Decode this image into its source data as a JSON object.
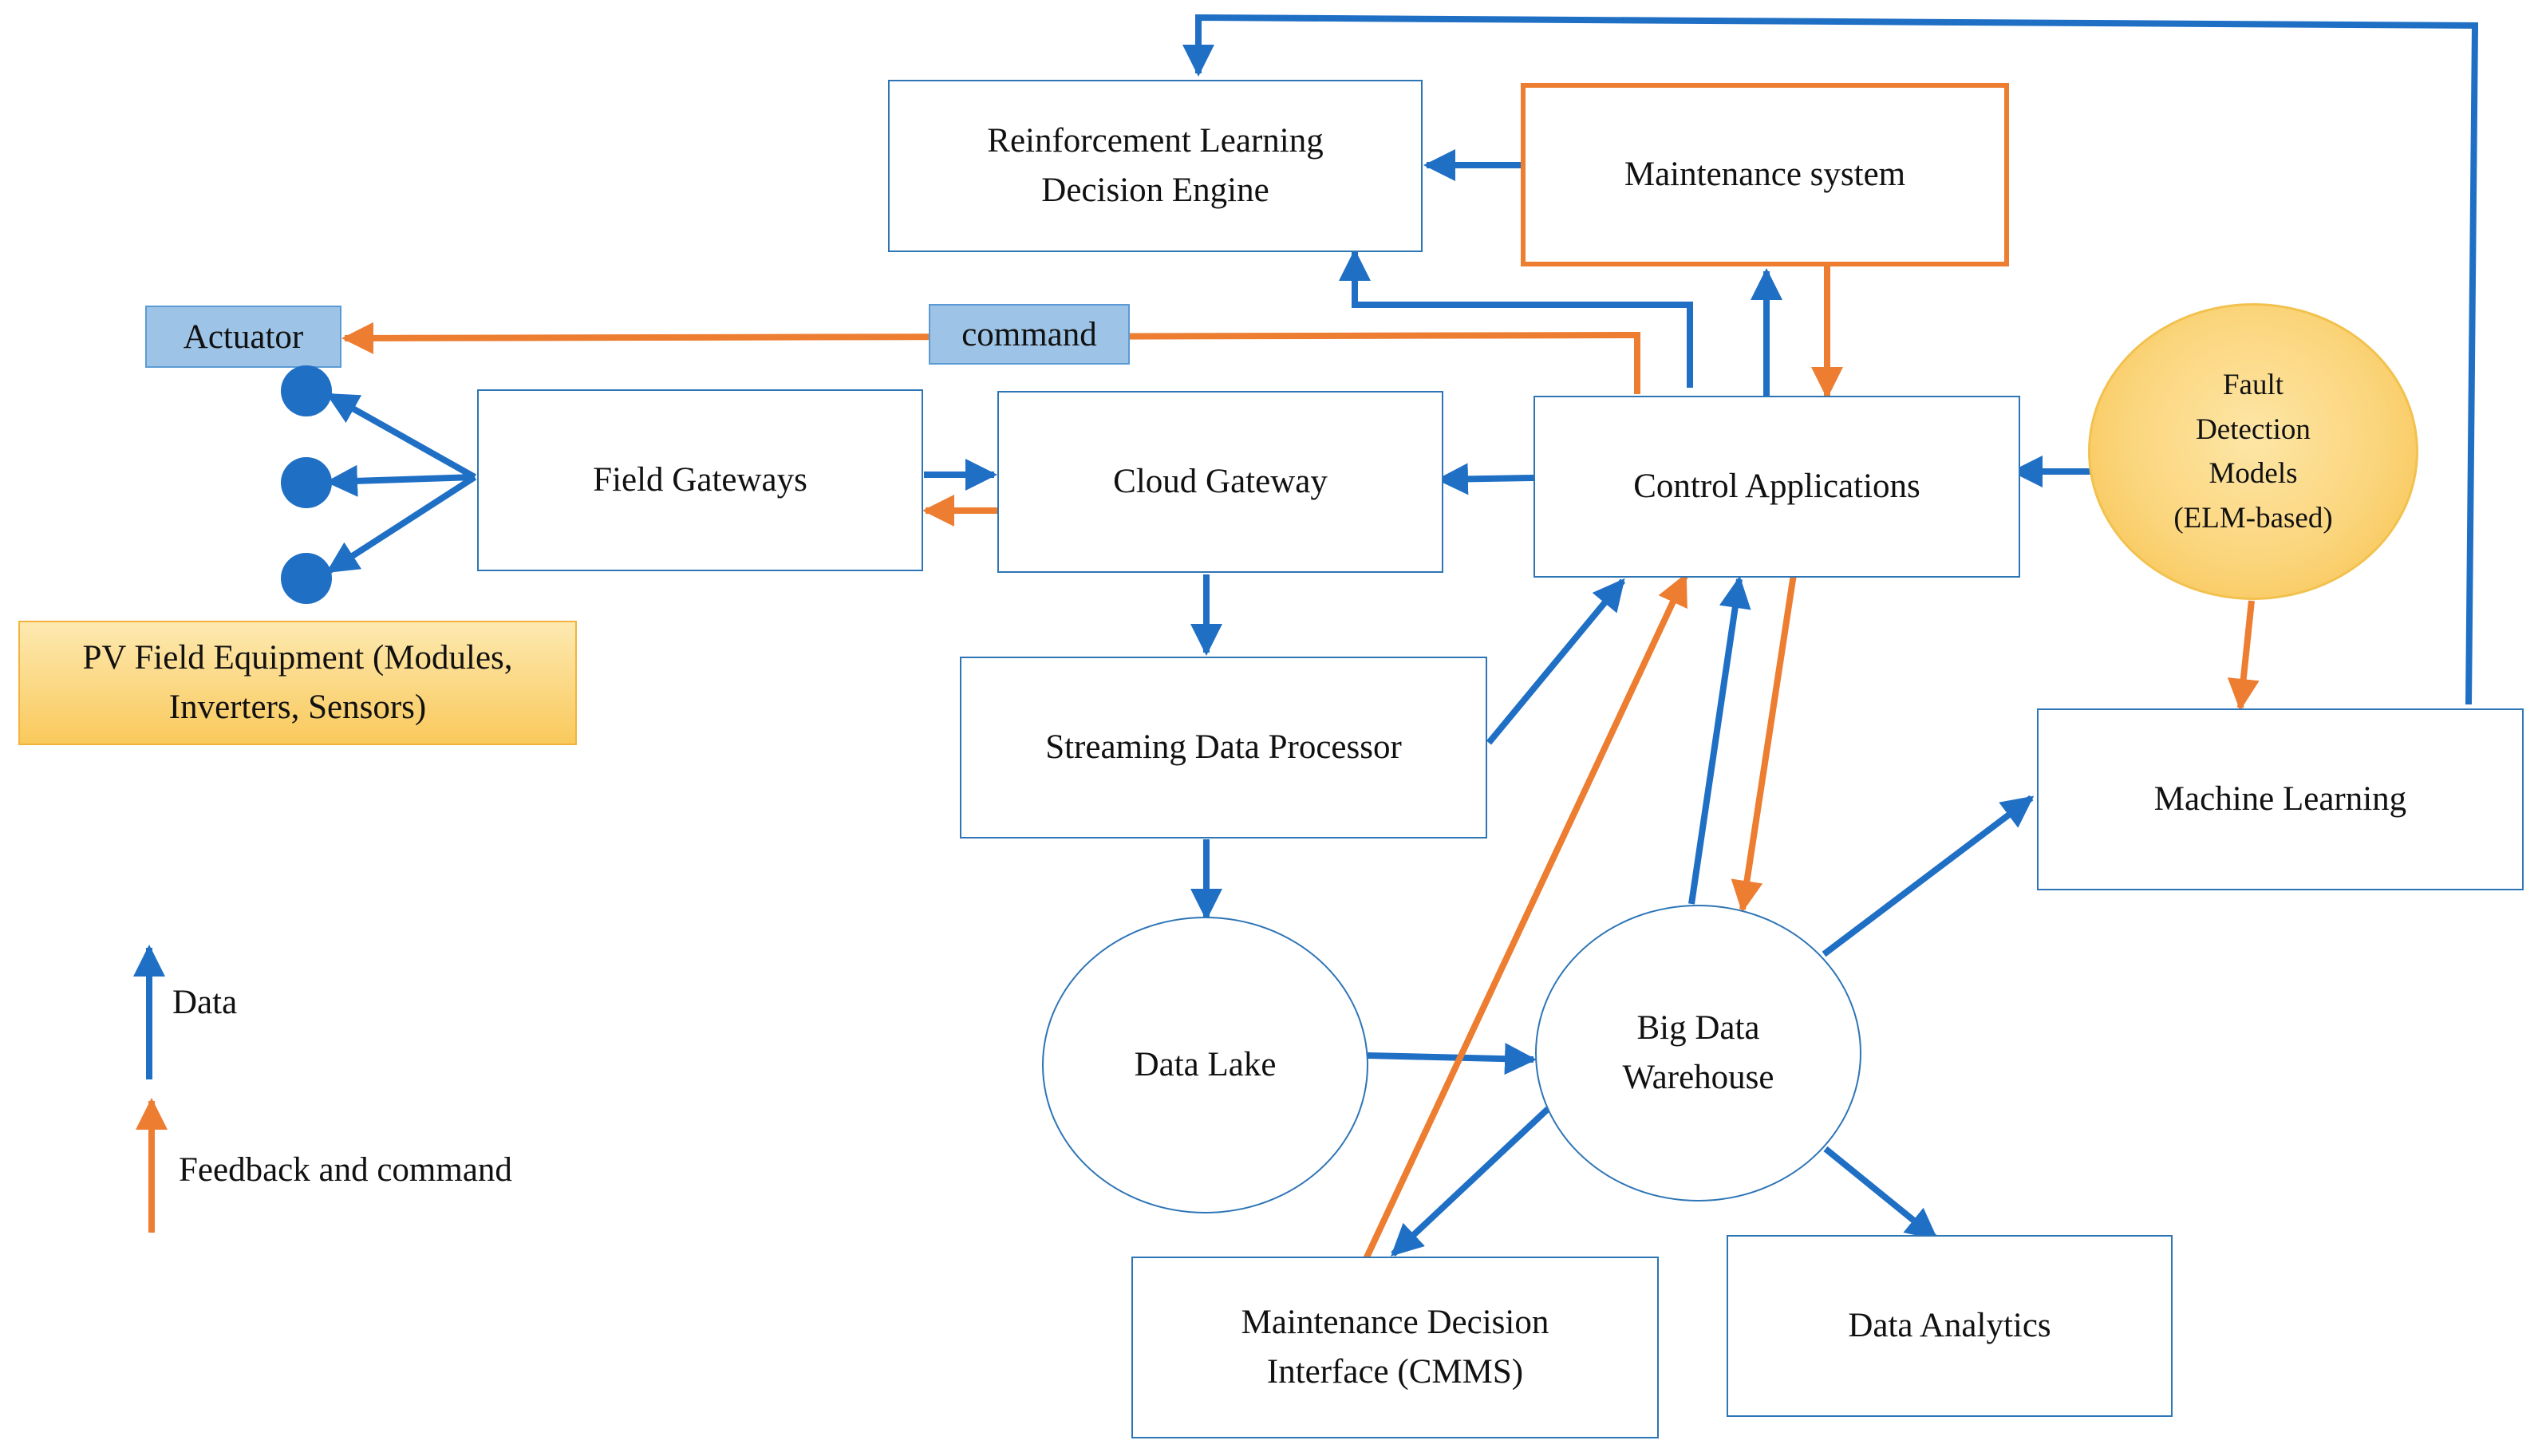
{
  "nodes": {
    "rl_engine": "Reinforcement Learning\nDecision Engine",
    "maintenance_system": "Maintenance system",
    "actuator": "Actuator",
    "command": "command",
    "field_gateways": "Field Gateways",
    "cloud_gateway": "Cloud Gateway",
    "control_applications": "Control Applications",
    "fault_detection": "Fault\nDetection\nModels\n(ELM-based)",
    "pv_field_equipment": "PV Field Equipment (Modules,\nInverters, Sensors)",
    "streaming_processor": "Streaming Data Processor",
    "machine_learning": "Machine Learning",
    "data_lake": "Data Lake",
    "big_data_warehouse": "Big Data\nWarehouse",
    "maintenance_interface": "Maintenance Decision\nInterface (CMMS)",
    "data_analytics": "Data Analytics"
  },
  "legend": {
    "data": "Data",
    "feedback": "Feedback and command"
  },
  "colors": {
    "data": "#1f6fc5",
    "feedback": "#ed7d31",
    "box_border": "#2e75b6"
  },
  "edges": [
    {
      "from": "machine_learning",
      "to": "rl_engine",
      "kind": "data"
    },
    {
      "from": "maintenance_system",
      "to": "rl_engine",
      "kind": "data"
    },
    {
      "from": "control_applications",
      "to": "rl_engine",
      "kind": "data"
    },
    {
      "from": "control_applications",
      "to": "maintenance_system",
      "kind": "data"
    },
    {
      "from": "maintenance_system",
      "to": "control_applications",
      "kind": "feedback"
    },
    {
      "from": "control_applications",
      "to": "actuator",
      "kind": "feedback",
      "label": "command"
    },
    {
      "from": "field_gateways",
      "to": "pv_field_equipment",
      "kind": "data"
    },
    {
      "from": "field_gateways",
      "to": "cloud_gateway",
      "kind": "data"
    },
    {
      "from": "cloud_gateway",
      "to": "field_gateways",
      "kind": "feedback"
    },
    {
      "from": "control_applications",
      "to": "cloud_gateway",
      "kind": "data"
    },
    {
      "from": "fault_detection",
      "to": "control_applications",
      "kind": "data"
    },
    {
      "from": "fault_detection",
      "to": "machine_learning",
      "kind": "feedback"
    },
    {
      "from": "cloud_gateway",
      "to": "streaming_processor",
      "kind": "data"
    },
    {
      "from": "streaming_processor",
      "to": "control_applications",
      "kind": "data"
    },
    {
      "from": "streaming_processor",
      "to": "data_lake",
      "kind": "data"
    },
    {
      "from": "data_lake",
      "to": "big_data_warehouse",
      "kind": "data"
    },
    {
      "from": "big_data_warehouse",
      "to": "control_applications",
      "kind": "data"
    },
    {
      "from": "control_applications",
      "to": "big_data_warehouse",
      "kind": "feedback"
    },
    {
      "from": "maintenance_interface",
      "to": "control_applications",
      "kind": "feedback"
    },
    {
      "from": "big_data_warehouse",
      "to": "maintenance_interface",
      "kind": "data"
    },
    {
      "from": "big_data_warehouse",
      "to": "machine_learning",
      "kind": "data"
    },
    {
      "from": "big_data_warehouse",
      "to": "data_analytics",
      "kind": "data"
    }
  ]
}
